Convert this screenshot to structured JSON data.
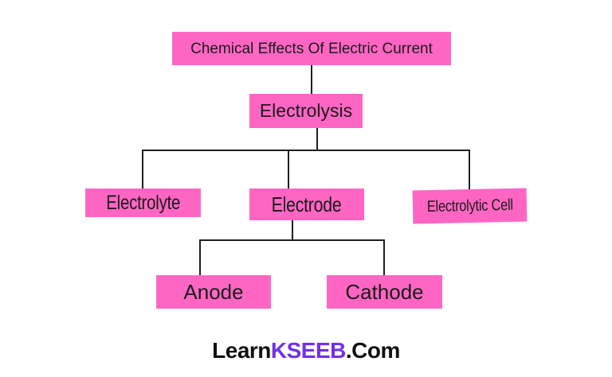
{
  "colors": {
    "background": "#ffffff",
    "box_fill": "#FF66C4",
    "box_text": "#1a1a1a",
    "line": "#1f1f1f",
    "watermark_text": "#111111",
    "watermark_accent": "#7130E8"
  },
  "chart_data": {
    "type": "tree-diagram",
    "title": "Chemical Effects Of Electric Current",
    "hierarchy": {
      "root": "Chemical Effects Of Electric Current",
      "children": [
        {
          "label": "Electrolysis",
          "children": [
            {
              "label": "Electrolyte"
            },
            {
              "label": "Electrode",
              "children": [
                {
                  "label": "Anode"
                },
                {
                  "label": "Cathode"
                }
              ]
            },
            {
              "label": "Electrolytic Cell"
            }
          ]
        }
      ]
    }
  },
  "nodes": {
    "root": {
      "label": "Chemical Effects Of Electric Current"
    },
    "electrolysis": {
      "label": "Electrolysis"
    },
    "electrolyte": {
      "label": "Electrolyte"
    },
    "electrode": {
      "label": "Electrode"
    },
    "electrolytic_cell": {
      "label": "Electrolytic Cell"
    },
    "anode": {
      "label": "Anode"
    },
    "cathode": {
      "label": "Cathode"
    }
  },
  "watermark": {
    "prefix": "Learn",
    "highlight": "KSEEB",
    "suffix": ".Com"
  }
}
